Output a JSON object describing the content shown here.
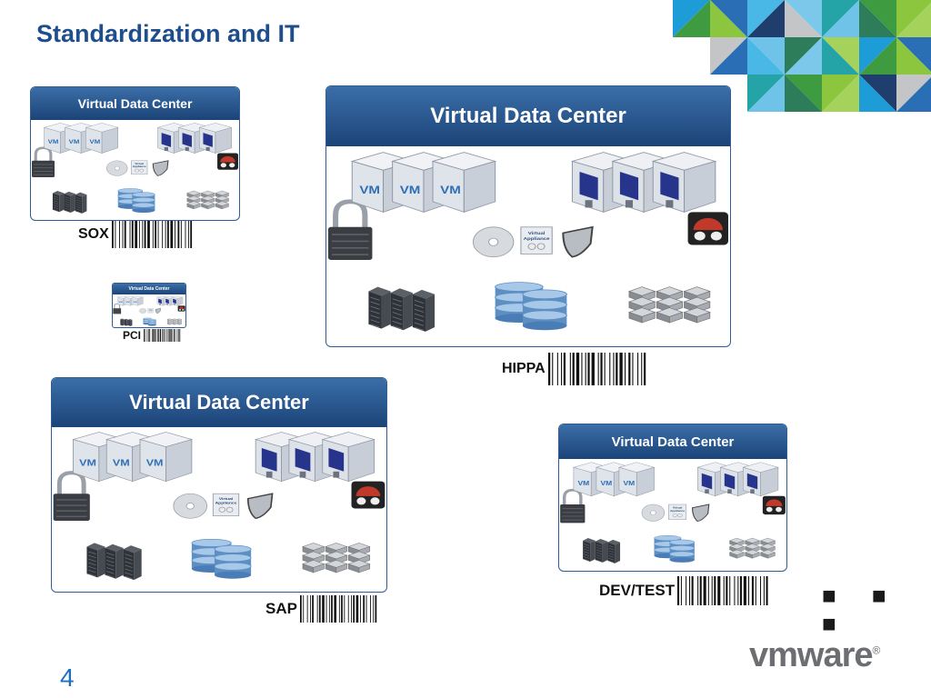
{
  "slide": {
    "title": "Standardization and IT",
    "page_number": "4",
    "ellipsis": "■ ■ ■"
  },
  "brand": {
    "logo_text": "vmware",
    "logo_mark": "®",
    "primary_color": "#1f4e8c"
  },
  "vm_label": "VM",
  "appliance_label": "Virtual\nAppliance",
  "data_centers": [
    {
      "id": "sox",
      "title": "Virtual Data Center",
      "compliance": "SOX"
    },
    {
      "id": "hippa",
      "title": "Virtual Data Center",
      "compliance": "HIPPA"
    },
    {
      "id": "pci",
      "title": "Virtual Data Center",
      "compliance": "PCI"
    },
    {
      "id": "sap",
      "title": "Virtual Data Center",
      "compliance": "SAP"
    },
    {
      "id": "devtest",
      "title": "Virtual Data Center",
      "compliance": "DEV/TEST"
    }
  ]
}
